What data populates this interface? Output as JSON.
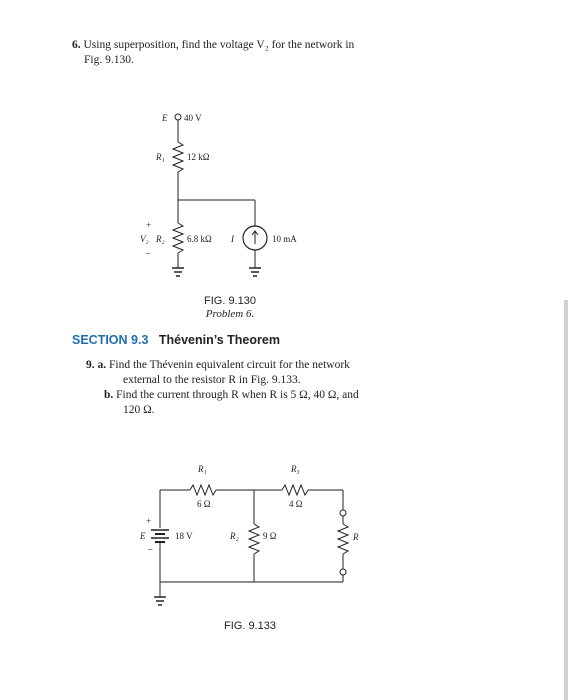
{
  "problem6": {
    "number": "6.",
    "text_line1": "Using superposition, find the voltage V₂ for the network in",
    "text_line2": "Fig. 9.130."
  },
  "fig130": {
    "caption": "FIG. 9.130",
    "subcaption": "Problem 6.",
    "source_label": "E",
    "source_value": "40 V",
    "r1_label": "R₁",
    "r1_value": "12 kΩ",
    "r2_label": "R₂",
    "r2_value": "6.8 kΩ",
    "v2_label": "V₂",
    "current_label": "I",
    "current_value": "10 mA",
    "plus": "+",
    "minus": "–"
  },
  "section": {
    "number": "SECTION 9.3",
    "title": "Thévenin’s Theorem"
  },
  "problem9": {
    "number": "9.",
    "a_label": "a.",
    "a_line1": "Find the Thévenin equivalent circuit for the network",
    "a_line2": "external to the resistor R in Fig. 9.133.",
    "b_label": "b.",
    "b_line1": "Find the current through R when R is 5 Ω, 40 Ω, and",
    "b_line2": "120 Ω."
  },
  "fig133": {
    "caption": "FIG. 9.133",
    "r1_label": "R₁",
    "r1_value": "6 Ω",
    "r3_label": "R₃",
    "r3_value": "4 Ω",
    "r2_label": "R₂",
    "r2_value": "9 Ω",
    "e_label": "E",
    "e_value": "18 V",
    "r_label": "R",
    "plus": "+",
    "minus": "–"
  }
}
